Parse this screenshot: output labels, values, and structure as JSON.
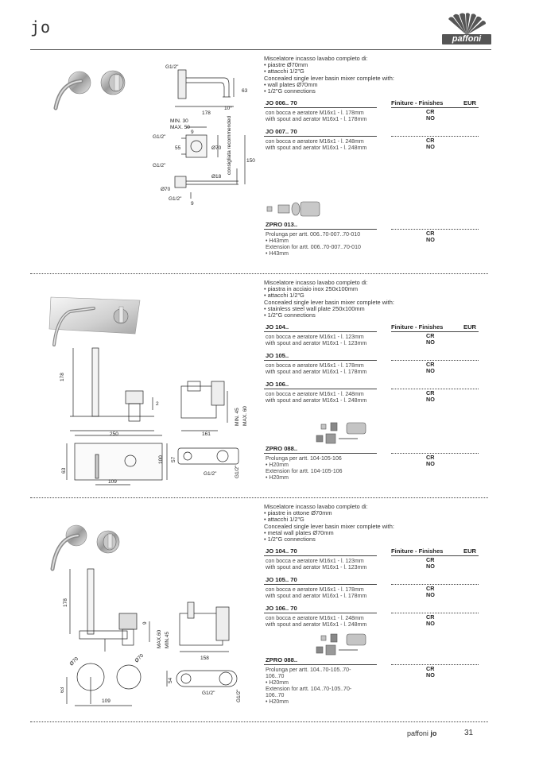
{
  "header": {
    "series": "jo",
    "brand": "paffoni"
  },
  "footer": {
    "brand": "paffoni",
    "series": "jo",
    "page": "31"
  },
  "columns": {
    "finishes": "Finiture - Finishes",
    "price": "EUR"
  },
  "sections": [
    {
      "intro": [
        "Miscelatore incasso lavabo completo di:",
        "•  piastre Ø70mm",
        "•  attacchi 1/2\"G",
        "Concealed single lever basin mixer complete with:",
        "•  wall plates Ø70mm",
        "•  1/2\"G connections"
      ],
      "items": [
        {
          "code": "JO 006.. 70",
          "desc_it": "con bocca e aeratore M16x1 - l. 178mm",
          "desc_en": "with spout and aerator M16x1 - l. 178mm",
          "finishes": [
            "CR",
            "NO"
          ]
        },
        {
          "code": "JO 007.. 70",
          "desc_it": "con bocca e aeratore M16x1 - l. 248mm",
          "desc_en": "with spout and aerator M16x1 - l. 248mm",
          "finishes": [
            "CR",
            "NO"
          ]
        }
      ],
      "extension": {
        "code": "ZPRO 013..",
        "lines": [
          "Prolunga per artt. 006..70-007..70-010",
          "•  H43mm",
          "Extension for artt. 006..70-007..70-010",
          "•  H43mm"
        ],
        "finishes": [
          "CR",
          "NO"
        ]
      },
      "dims": {
        "conn_a": "G1/2\"",
        "spout": "178",
        "angle": "10°",
        "h63": "63",
        "min": "MIN. 30",
        "max": "MAX. 50",
        "conn_b": "G1/2\"",
        "d9a": "9",
        "d55": "55",
        "d70": "Ø70",
        "rec": "consigliata recommended",
        "d150": "150",
        "conn_c": "G1/2\"",
        "d18": "Ø18",
        "d70b": "Ø70",
        "conn_d": "G1/2\"",
        "d9b": "9"
      }
    },
    {
      "intro": [
        "Miscelatore incasso lavabo completo di:",
        "•  piastra in acciaio inox 250x100mm",
        "•  attacchi 1/2\"G",
        "Concealed single lever basin mixer complete with:",
        "•  stainless steel wall plate 250x100mm",
        "•  1/2\"G connections"
      ],
      "items": [
        {
          "code": "JO 104..",
          "desc_it": "con bocca e aeratore M16x1 - l. 123mm",
          "desc_en": "with spout and aerator M16x1 - l. 123mm",
          "finishes": [
            "CR",
            "NO"
          ]
        },
        {
          "code": "JO 105..",
          "desc_it": "con bocca e aeratore M16x1 - l. 178mm",
          "desc_en": "with spout and aerator M16x1 - l. 178mm",
          "finishes": [
            "CR",
            "NO"
          ]
        },
        {
          "code": "JO 106..",
          "desc_it": "con bocca e aeratore M16x1 - l. 248mm",
          "desc_en": "with spout and aerator M16x1 - l. 248mm",
          "finishes": [
            "CR",
            "NO"
          ]
        }
      ],
      "extension": {
        "code": "ZPRO 088..",
        "lines": [
          "Prolunga per artt. 104-105-106",
          "•  H20mm",
          "Extension for artt. 104-105-106",
          "•  H20mm"
        ],
        "finishes": [
          "CR",
          "NO"
        ]
      },
      "dims": {
        "d178": "178",
        "d2": "2",
        "d161": "161",
        "min": "MIN. 45",
        "max": "MAX. 60",
        "d250": "250",
        "d63": "63",
        "d100": "100",
        "d109": "109",
        "d57": "57",
        "conn_a": "G1/2\"",
        "conn_b": "G1/2\""
      }
    },
    {
      "intro": [
        "Miscelatore incasso lavabo completo di:",
        "•  piastre in ottone Ø70mm",
        "•  attacchi 1/2\"G",
        "Concealed single lever basin mixer complete with:",
        "•  metal wall plates Ø70mm",
        "•  1/2\"G connections"
      ],
      "items": [
        {
          "code": "JO 104.. 70",
          "desc_it": "con bocca e aeratore M16x1 - l. 123mm",
          "desc_en": "with spout and aerator M16x1 - l. 123mm",
          "finishes": [
            "CR",
            "NO"
          ]
        },
        {
          "code": "JO 105.. 70",
          "desc_it": "con bocca e aeratore M16x1 - l. 178mm",
          "desc_en": "with spout and aerator M16x1 - l. 178mm",
          "finishes": [
            "CR",
            "NO"
          ]
        },
        {
          "code": "JO 106.. 70",
          "desc_it": "con bocca e aeratore M16x1 - l. 248mm",
          "desc_en": "with spout and aerator M16x1 - l. 248mm",
          "finishes": [
            "CR",
            "NO"
          ]
        }
      ],
      "extension": {
        "code": "ZPRO 088..",
        "lines": [
          "Prolunga per artt. 104..70-105..70-",
          "106..70",
          "•  H20mm",
          "Extension for artt. 104..70-105..70-",
          "106..70",
          "•  H20mm"
        ],
        "finishes": [
          "CR",
          "NO"
        ]
      },
      "dims": {
        "d178": "178",
        "d9": "9",
        "max": "MAX.60",
        "min": "MIN.45",
        "d70a": "Ø70",
        "d70b": "Ø70",
        "d158": "158",
        "d63": "63",
        "d54": "54",
        "d109": "109",
        "conn_a": "G1/2\"",
        "conn_b": "G1/2\""
      }
    }
  ]
}
